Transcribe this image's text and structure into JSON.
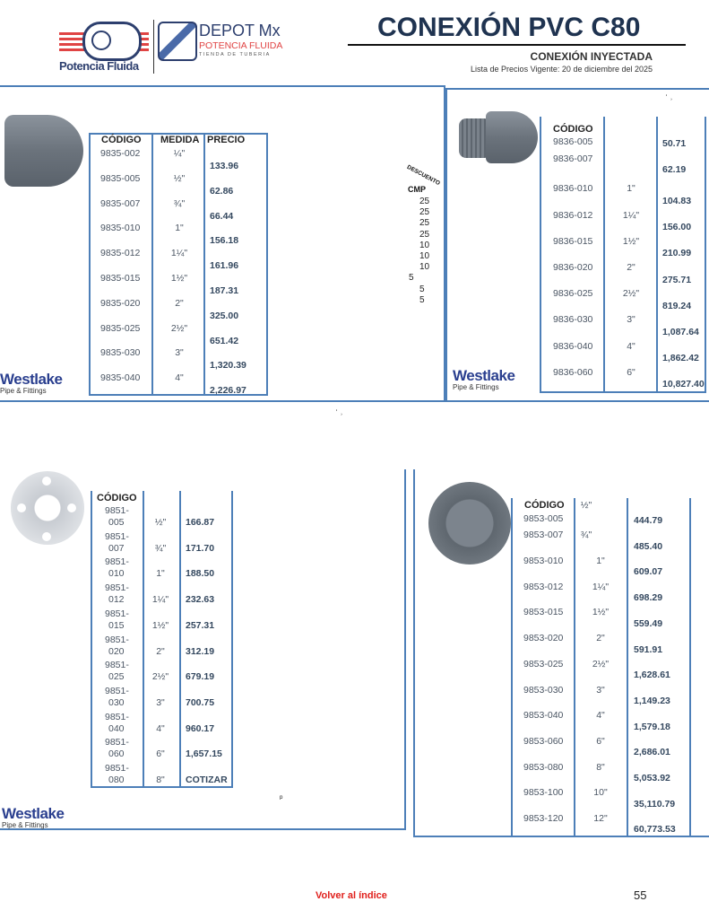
{
  "header": {
    "logo_left_text": "Potencia Fluida",
    "logo_right_title": "DEPOT Mx",
    "logo_right_sub": "POTENCIA FLUIDA",
    "logo_right_tag": "TIENDA DE TUBERIA",
    "title": "CONEXIÓN PVC C80",
    "subtitle": "CONEXIÓN INYECTADA",
    "price_list": "Lista de Precios Vigente:  20 de diciembre del 2025"
  },
  "brand": {
    "name": "Westlake",
    "sub": "Pipe & Fittings"
  },
  "stray": {
    "a": "ʿ ˒",
    "b": "ᵖ"
  },
  "table1": {
    "h_code": "CÓDIGO",
    "h_med": "MEDIDA",
    "h_price": "PRECIO",
    "codes": [
      "9835-002",
      "9835-005",
      "9835-007",
      "9835-010",
      "9835-012",
      "9835-015",
      "9835-020",
      "9835-025",
      "9835-030",
      "9835-040"
    ],
    "meds": [
      "¼\"",
      "½\"",
      "¾\"",
      "1\"",
      "1¼\"",
      "1½\"",
      "2\"",
      "2½\"",
      "3\"",
      "4\""
    ],
    "prices": [
      "133.96",
      "62.86",
      "66.44",
      "156.18",
      "161.96",
      "187.31",
      "325.00",
      "651.42",
      "1,320.39",
      "2,226.97"
    ]
  },
  "discount": {
    "label": "DESCUENTO",
    "cmp": "CMP",
    "values": [
      "25",
      "25",
      "25",
      "25",
      "10",
      "10",
      "10",
      "5",
      "5",
      "5"
    ]
  },
  "table2": {
    "h_code": "CÓDIGO",
    "codes": [
      "9836-005",
      "9836-007",
      "9836-010",
      "9836-012",
      "9836-015",
      "9836-020",
      "9836-025",
      "9836-030",
      "9836-040",
      "9836-060"
    ],
    "meds": [
      "",
      "",
      "1\"",
      "1¼\"",
      "1½\"",
      "2\"",
      "2½\"",
      "3\"",
      "4\"",
      "6\""
    ],
    "prices": [
      "50.71",
      "62.19",
      "104.83",
      "156.00",
      "210.99",
      "275.71",
      "819.24",
      "1,087.64",
      "1,862.42",
      "10,827.40"
    ]
  },
  "table3": {
    "h_code": "CÓDIGO",
    "codes": [
      [
        "9851-",
        "005"
      ],
      [
        "9851-",
        "007"
      ],
      [
        "9851-",
        "010"
      ],
      [
        "9851-",
        "012"
      ],
      [
        "9851-",
        "015"
      ],
      [
        "9851-",
        "020"
      ],
      [
        "9851-",
        "025"
      ],
      [
        "9851-",
        "030"
      ],
      [
        "9851-",
        "040"
      ],
      [
        "9851-",
        "060"
      ],
      [
        "9851-",
        "080"
      ]
    ],
    "meds": [
      "½\"",
      "¾\"",
      "1\"",
      "1¼\"",
      "1½\"",
      "2\"",
      "2½\"",
      "3\"",
      "4\"",
      "6\"",
      "8\""
    ],
    "prices": [
      "166.87",
      "171.70",
      "188.50",
      "232.63",
      "257.31",
      "312.19",
      "679.19",
      "700.75",
      "960.17",
      "1,657.15",
      "COTIZAR"
    ]
  },
  "table4": {
    "h_code": "CÓDIGO",
    "codes": [
      "9853-005",
      "9853-007",
      "9853-010",
      "9853-012",
      "9853-015",
      "9853-020",
      "9853-025",
      "9853-030",
      "9853-040",
      "9853-060",
      "9853-080",
      "9853-100",
      "9853-120"
    ],
    "meds": [
      "½\"",
      "¾\"",
      "1\"",
      "1¼\"",
      "1½\"",
      "2\"",
      "2½\"",
      "3\"",
      "4\"",
      "6\"",
      "8\"",
      "10\"",
      "12\""
    ],
    "prices": [
      "444.79",
      "485.40",
      "609.07",
      "698.29",
      "559.49",
      "591.91",
      "1,628.61",
      "1,149.23",
      "1,579.18",
      "2,686.01",
      "5,053.92",
      "35,110.79",
      "60,773.53"
    ]
  },
  "footer": {
    "back_link": "Volver al índice",
    "page_number": "55"
  }
}
